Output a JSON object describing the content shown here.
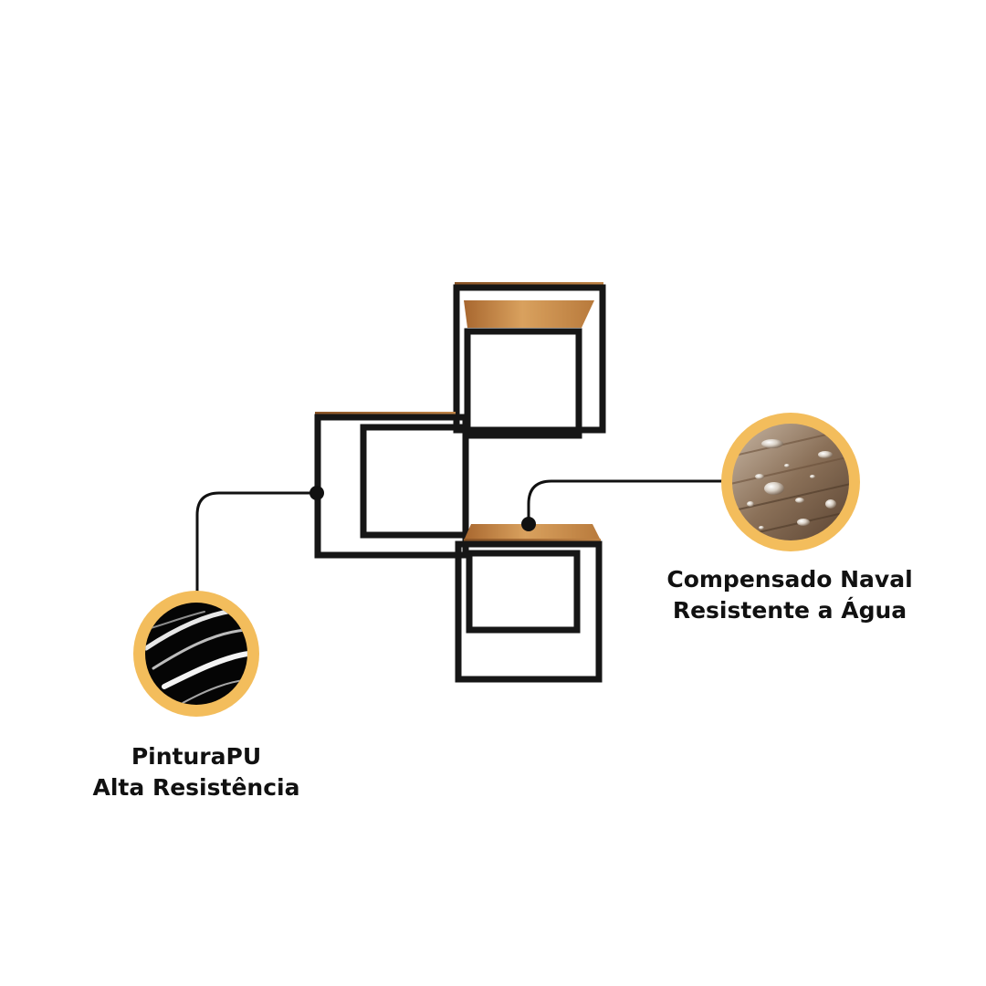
{
  "features": [
    {
      "id": "pu-paint",
      "line1": "PinturaPU",
      "line2": "Alta Resistência",
      "icon": "glossy-black-paint-icon"
    },
    {
      "id": "marine-plywood",
      "line1": "Compensado Naval",
      "line2": "Resistente a Água",
      "icon": "water-drops-on-wood-icon"
    }
  ],
  "colors": {
    "background": "#ffffff",
    "circle_ring": "#f3bd5c",
    "callout_line": "#111111",
    "frame": "#161616",
    "wood_light": "#d9a15e",
    "wood_dark": "#9c6231",
    "text": "#111111"
  }
}
